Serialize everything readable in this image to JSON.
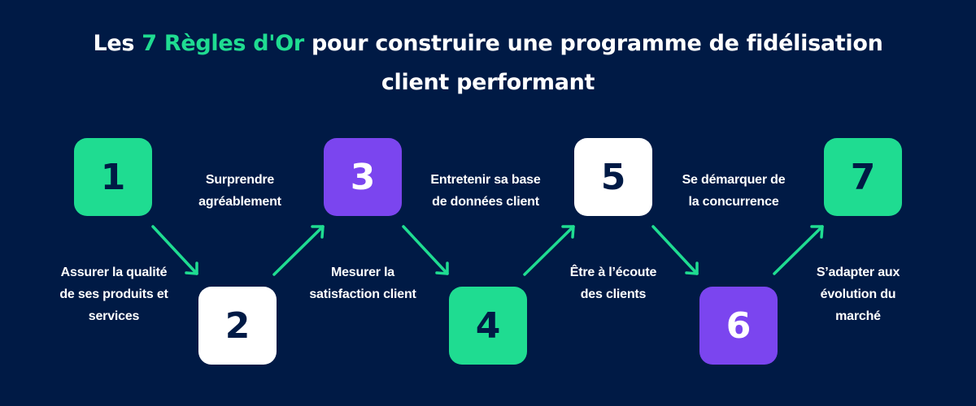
{
  "title": {
    "prefix": "Les ",
    "accent": "7 Règles d'Or",
    "line1_rest": " pour construire une programme de fidélisation",
    "line2": "client performant"
  },
  "colors": {
    "background": "#001a45",
    "green": "#1fdc91",
    "purple": "#7b45ef",
    "white": "#ffffff",
    "dark_text": "#001a45"
  },
  "steps": [
    {
      "number": "1",
      "color": "green",
      "label": "Assurer la qualité\nde ses produits et\nservices"
    },
    {
      "number": "2",
      "color": "white",
      "label": "Surprendre\nagréablement"
    },
    {
      "number": "3",
      "color": "purple",
      "label": "Mesurer la\nsatisfaction client"
    },
    {
      "number": "4",
      "color": "green",
      "label": "Entretenir sa base\nde données client"
    },
    {
      "number": "5",
      "color": "white",
      "label": "Être à l’écoute\ndes clients"
    },
    {
      "number": "6",
      "color": "purple",
      "label": "Se démarquer de\nla concurrence"
    },
    {
      "number": "7",
      "color": "green",
      "label": "S’adapter aux\névolution du\nmarché"
    }
  ],
  "arrows": [
    {
      "from": "1",
      "to": "2",
      "direction": "down-right"
    },
    {
      "from": "2",
      "to": "3",
      "direction": "up-right"
    },
    {
      "from": "3",
      "to": "4",
      "direction": "down-right"
    },
    {
      "from": "4",
      "to": "5",
      "direction": "up-right"
    },
    {
      "from": "5",
      "to": "6",
      "direction": "down-right"
    },
    {
      "from": "6",
      "to": "7",
      "direction": "up-right"
    }
  ]
}
